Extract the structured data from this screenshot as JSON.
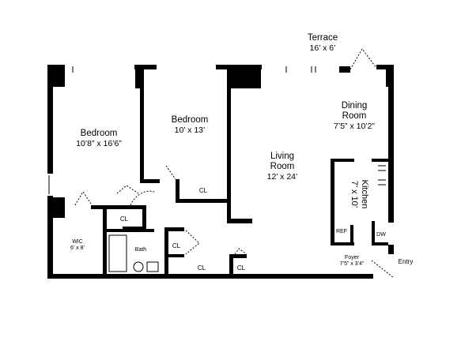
{
  "plan": {
    "terrace": {
      "name": "Terrace",
      "dims": "16’ x 6’"
    },
    "bedroom1": {
      "name": "Bedroom",
      "dims": "10’8” x 16’6”"
    },
    "bedroom2": {
      "name": "Bedroom",
      "dims": "10’ x 13’"
    },
    "living": {
      "name_line1": "Living",
      "name_line2": "Room",
      "dims": "12’ x 24’"
    },
    "dining": {
      "name_line1": "Dining",
      "name_line2": "Room",
      "dims": "7’5” x 10’2”"
    },
    "kitchen": {
      "name": "Kitchen",
      "dims": "7’ x 10’"
    },
    "wic": {
      "name": "WIC",
      "dims": "6’ x 8’"
    },
    "bath": {
      "name": "Bath"
    },
    "foyer": {
      "name": "Foyer",
      "dims": "7’5” x 3’4”"
    },
    "entry": {
      "name": "Entry"
    },
    "closets": {
      "cl": "CL"
    },
    "appliances": {
      "ref": "REF",
      "dw": "DW"
    }
  }
}
